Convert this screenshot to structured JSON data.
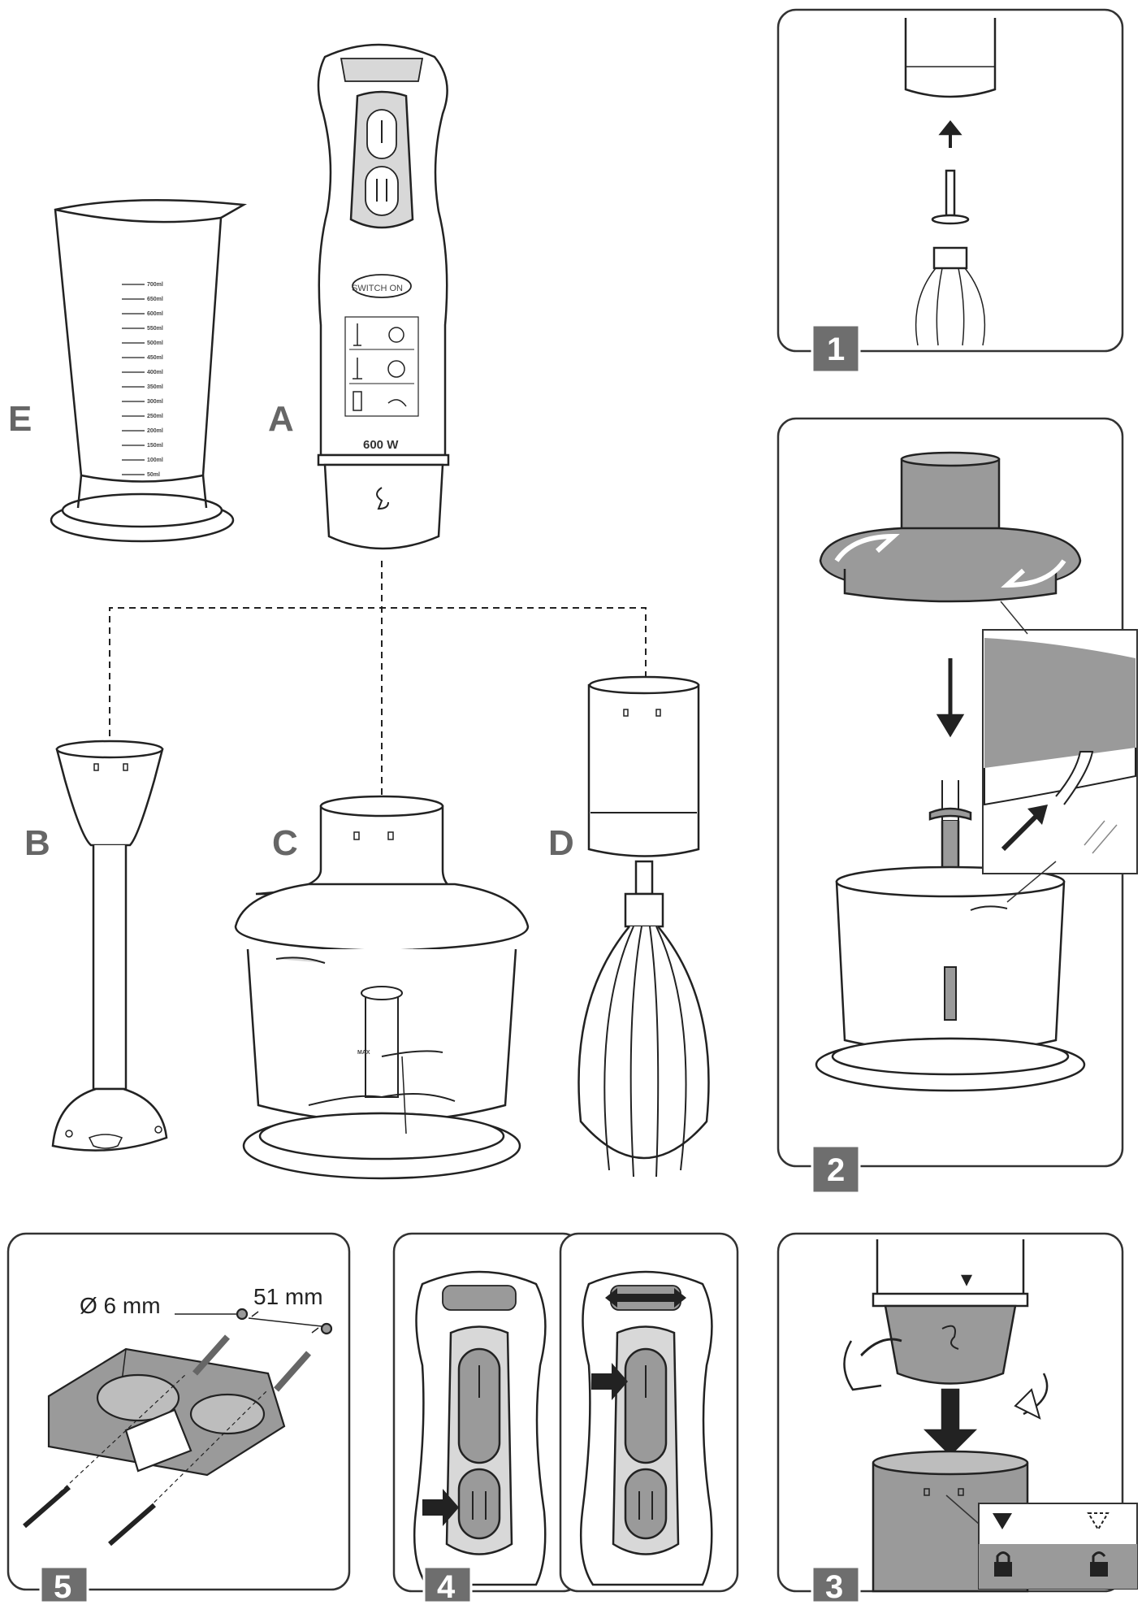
{
  "parts": {
    "a": "A",
    "b": "B",
    "c": "C",
    "d": "D",
    "e": "E"
  },
  "motor_unit": {
    "power": "600 W",
    "brand": "SWITCH ON"
  },
  "beaker": {
    "marks": [
      "700ml",
      "650ml",
      "600ml",
      "550ml",
      "500ml",
      "450ml",
      "400ml",
      "350ml",
      "300ml",
      "250ml",
      "200ml",
      "150ml",
      "100ml",
      "50ml"
    ]
  },
  "chopper": {
    "max_label": "MAX"
  },
  "steps": {
    "s1": "1",
    "s2": "2",
    "s3": "3",
    "s4": "4",
    "s5": "5"
  },
  "wall_mount": {
    "diameter": "Ø 6 mm",
    "spacing": "51 mm"
  },
  "colors": {
    "line": "#222222",
    "fill_grey": "#9a9a9a",
    "fill_light": "#d8d8d8",
    "badge": "#6e6e6e",
    "panel_border": "#333333"
  }
}
